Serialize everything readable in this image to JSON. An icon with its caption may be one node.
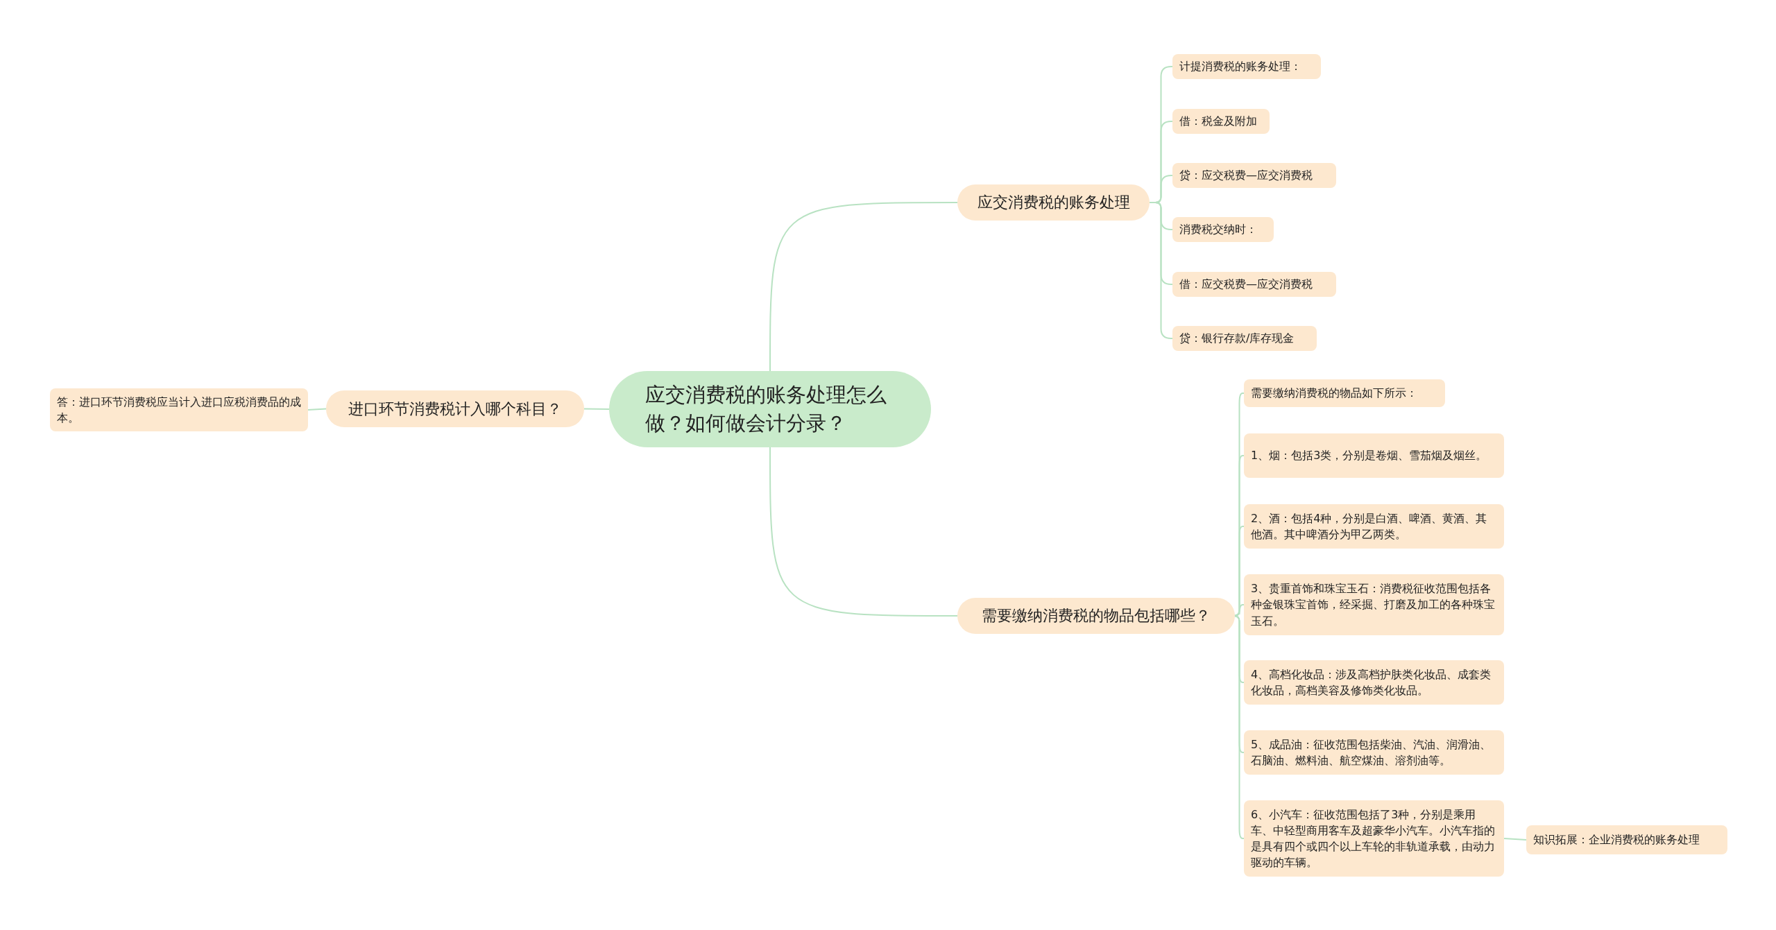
{
  "diagram": {
    "nodes": [
      {
        "text": [
          "应交消费税的账务处理怎么做？如何做会计分录？"
        ]
      },
      {
        "text": [
          "应交消费税的账务处理"
        ]
      },
      {
        "text": [
          "计提消费税的账务处理："
        ]
      },
      {
        "text": [
          "借：税金及附加"
        ]
      },
      {
        "text": [
          "贷：应交税费—应交消费税"
        ]
      },
      {
        "text": [
          "消费税交纳时："
        ]
      },
      {
        "text": [
          "借：应交税费—应交消费税"
        ]
      },
      {
        "text": [
          "贷：银行存款/库存现金"
        ]
      },
      {
        "text": [
          "需要缴纳消费税的物品包括哪些？"
        ]
      },
      {
        "text": [
          "需要缴纳消费税的物品如下所示："
        ]
      },
      {
        "text": [
          "1、烟：包括3类，分别是卷烟、雪茄烟及烟丝。"
        ]
      },
      {
        "text": [
          "2、酒：包括4种，分别是白酒、啤酒、黄酒、其他酒。其中啤酒分为甲乙两类。"
        ]
      },
      {
        "text": [
          "3、贵重首饰和珠宝玉石：消费税征收范围包括各种金银珠宝首饰，经采掘、打磨及加工的各种珠宝玉石。"
        ]
      },
      {
        "text": [
          "4、高档化妆品：涉及高档护肤类化妆品、成套类化妆品，高档美容及修饰类化妆品。"
        ]
      },
      {
        "text": [
          "5、成品油：征收范围包括柴油、汽油、润滑油、石脑油、燃料油、航空煤油、溶剂油等。"
        ]
      },
      {
        "text": [
          "6、小汽车：征收范围包括了3种，分别是乘用车、中轻型商用客车及超豪华小汽车。小汽车指的是具有四个或四个以上车轮的非轨道承载，由动力驱动的车辆。"
        ]
      },
      {
        "text": [
          "知识拓展：企业消费税的账务处理"
        ]
      },
      {
        "text": [
          "进口环节消费税计入哪个科目？"
        ]
      },
      {
        "text": [
          "答：进口环节消费税应当计入进口应税消费品的成本。"
        ]
      }
    ],
    "edges": [
      {
        "from": 0,
        "to": 1,
        "arrow": "none"
      },
      {
        "from": 1,
        "to": 2,
        "arrow": "none"
      },
      {
        "from": 1,
        "to": 3,
        "arrow": "none"
      },
      {
        "from": 1,
        "to": 4,
        "arrow": "none"
      },
      {
        "from": 1,
        "to": 5,
        "arrow": "none"
      },
      {
        "from": 1,
        "to": 6,
        "arrow": "none"
      },
      {
        "from": 1,
        "to": 7,
        "arrow": "none"
      },
      {
        "from": 0,
        "to": 8,
        "arrow": "none"
      },
      {
        "from": 8,
        "to": 9,
        "arrow": "none"
      },
      {
        "from": 8,
        "to": 10,
        "arrow": "none"
      },
      {
        "from": 8,
        "to": 11,
        "arrow": "none"
      },
      {
        "from": 8,
        "to": 12,
        "arrow": "none"
      },
      {
        "from": 8,
        "to": 13,
        "arrow": "none"
      },
      {
        "from": 8,
        "to": 14,
        "arrow": "none"
      },
      {
        "from": 8,
        "to": 15,
        "arrow": "none"
      },
      {
        "from": 15,
        "to": 16,
        "arrow": "none"
      },
      {
        "from": 0,
        "to": 17,
        "arrow": "none"
      },
      {
        "from": 17,
        "to": 18,
        "arrow": "none"
      }
    ]
  }
}
